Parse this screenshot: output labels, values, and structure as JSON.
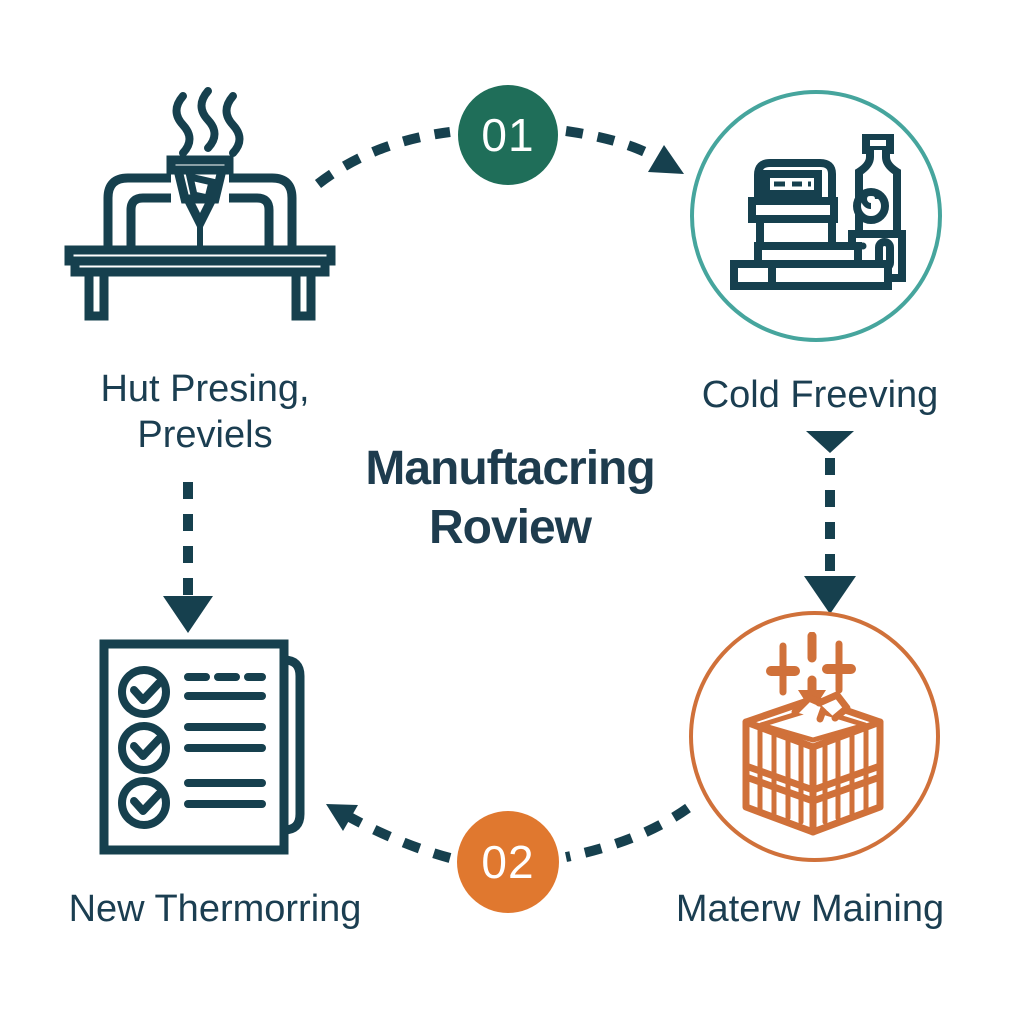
{
  "diagram": {
    "title": {
      "line1": "Manuftacring",
      "line2": "Roview"
    },
    "badges": [
      {
        "number": "01",
        "color": "#1f6e59"
      },
      {
        "number": "02",
        "color": "#e0782f"
      }
    ],
    "steps": [
      {
        "name": "hot-press",
        "label_line1": "Hut Presing,",
        "label_line2": "Previels",
        "icon": "hot-press-machine-icon"
      },
      {
        "name": "cold-freeze",
        "label": "Cold Freeving",
        "icon": "freezing-machine-icon",
        "ring_color": "#46a59d"
      },
      {
        "name": "material",
        "label": "Materw Maining",
        "icon": "crate-press-icon",
        "ring_color": "#d0713a"
      },
      {
        "name": "review",
        "label": "New Thermorring",
        "icon": "checklist-icon"
      }
    ],
    "colors": {
      "ink": "#16404e",
      "title_text": "#1e3c4e",
      "label_text": "#1b3e51",
      "badge_green": "#1f6e59",
      "badge_orange": "#e0782f",
      "ring_teal": "#46a59d",
      "ring_orange": "#d0713a",
      "background": "#ffffff"
    }
  }
}
